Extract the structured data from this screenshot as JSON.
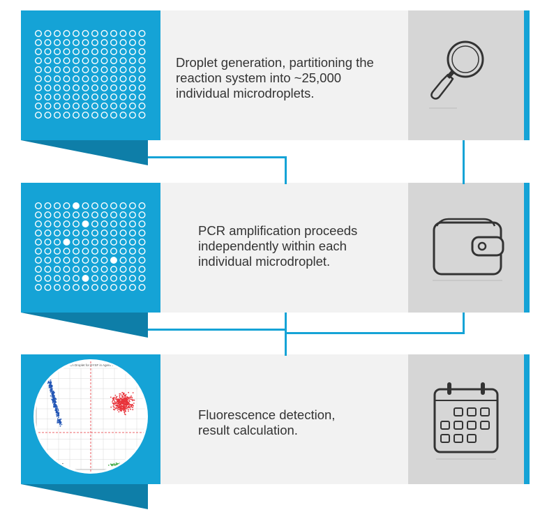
{
  "steps": [
    {
      "id": "droplet-generation",
      "text_lines": [
        "Droplet generation, partitioning the",
        "reaction system into ~25,000",
        "individual microdroplets."
      ],
      "icon": "magnifier-icon"
    },
    {
      "id": "pcr-amplification",
      "text_lines": [
        "PCR amplification proceeds",
        "independently within each",
        "individual microdroplet."
      ],
      "icon": "wallet-icon"
    },
    {
      "id": "fluorescence-detection",
      "text_lines": [
        "Fluorescence detection,",
        "result calculation."
      ],
      "icon": "calendar-icon"
    }
  ],
  "droplet_grid": {
    "rows": 10,
    "cols": 12,
    "filled_positive": [
      [
        0,
        4
      ],
      [
        2,
        5
      ],
      [
        4,
        3
      ],
      [
        6,
        8
      ],
      [
        8,
        5
      ]
    ]
  },
  "scatter_plot": {
    "title": "Ch Droplet for DYSF in Agent Ctrl-Control"
  },
  "colors": {
    "accent_blue": "#15a3d6",
    "text_panel_bg": "#f2f2f2",
    "icon_panel_bg": "#d6d6d6",
    "text": "#333333",
    "cluster_red": "#e8333a",
    "cluster_blue": "#2255b5",
    "cluster_green": "#4caf50"
  }
}
